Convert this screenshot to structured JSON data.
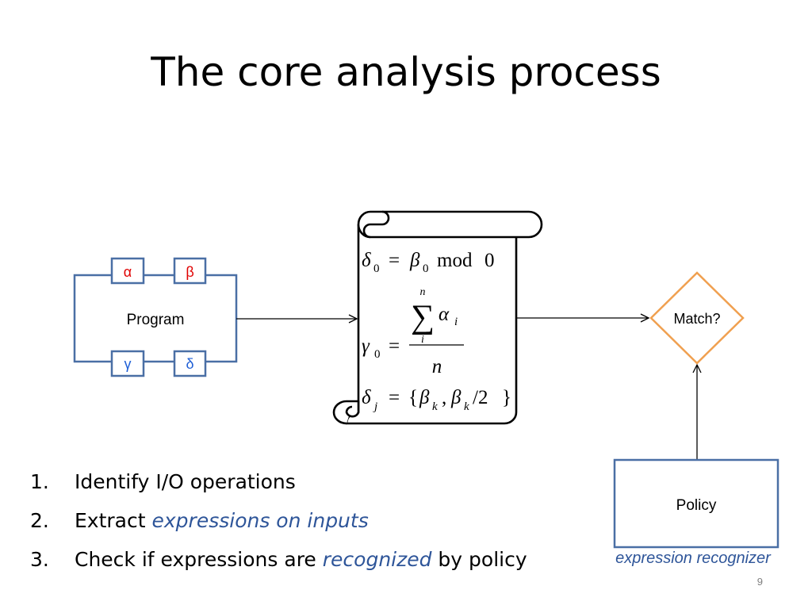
{
  "slide": {
    "title": "The core analysis process",
    "page_number": "9"
  },
  "program": {
    "label": "Program",
    "inputs": [
      "α",
      "β"
    ],
    "outputs": [
      "γ",
      "δ"
    ],
    "input_color": "#e00000",
    "output_color": "#1f5fd6"
  },
  "scroll": {
    "eq1": {
      "lhs": "δ",
      "lhs_sub": "0",
      "rhs_var": "β",
      "rhs_sub": "0",
      "op": "mod",
      "val": "0"
    },
    "eq2": {
      "lhs": "γ",
      "lhs_sub": "0",
      "sum_top": "n",
      "sum_bottom": "i",
      "term": "α",
      "term_sub": "i",
      "den": "n"
    },
    "eq3": {
      "lhs": "δ",
      "lhs_sub": "j",
      "b1": "β",
      "b1_sub": "k",
      "b2": "β",
      "b2_sub": "k",
      "div": "/2"
    }
  },
  "decision": {
    "label": "Match?",
    "color": "#f0a050"
  },
  "policy": {
    "label": "Policy",
    "caption": "expression recognizer"
  },
  "steps": [
    {
      "num": "1.",
      "text": "Identify I/O operations"
    },
    {
      "num": "2.",
      "text_before": "Extract ",
      "emph": "expressions on inputs"
    },
    {
      "num": "3.",
      "text_before": "Check if expressions are ",
      "emph": "recognized",
      "text_after": " by policy"
    }
  ],
  "colors": {
    "box_stroke": "#4a6fa5",
    "accent_text": "#2e5599"
  }
}
